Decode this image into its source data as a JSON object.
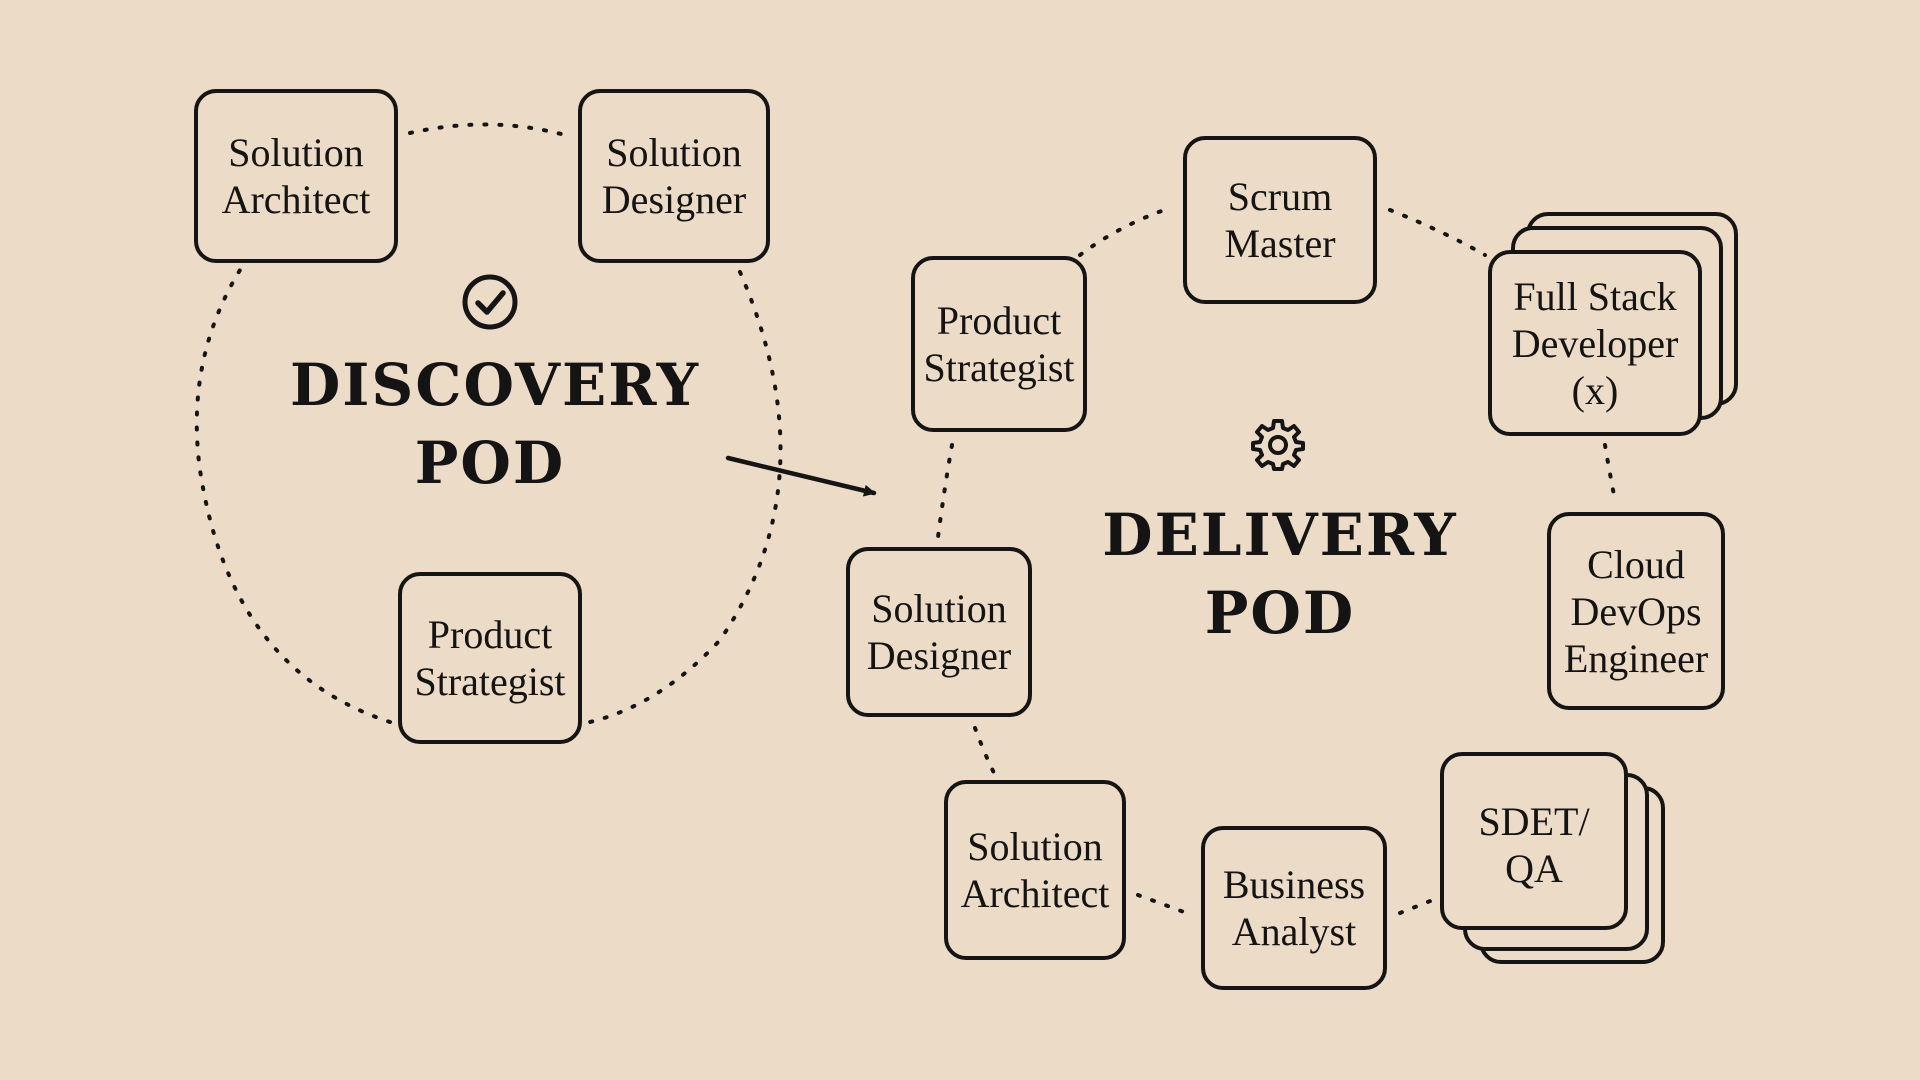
{
  "discovery_pod": {
    "title": "DISCOVERY\nPOD",
    "icon": "check-circle-icon",
    "roles": {
      "solution_architect": "Solution\nArchitect",
      "solution_designer": "Solution\nDesigner",
      "product_strategist": "Product\nStrategist"
    }
  },
  "delivery_pod": {
    "title": "DELIVERY\nPOD",
    "icon": "gear-icon",
    "roles": {
      "scrum_master": "Scrum\nMaster",
      "product_strategist": "Product\nStrategist",
      "full_stack_developer": "Full Stack\nDeveloper\n(x)",
      "solution_designer": "Solution\nDesigner",
      "cloud_devops_engineer": "Cloud\nDevOps\nEngineer",
      "solution_architect": "Solution\nArchitect",
      "business_analyst": "Business\nAnalyst",
      "sdet_qa": "SDET/\nQA"
    }
  },
  "colors": {
    "background": "#ecdcc7",
    "ink": "#151515"
  }
}
